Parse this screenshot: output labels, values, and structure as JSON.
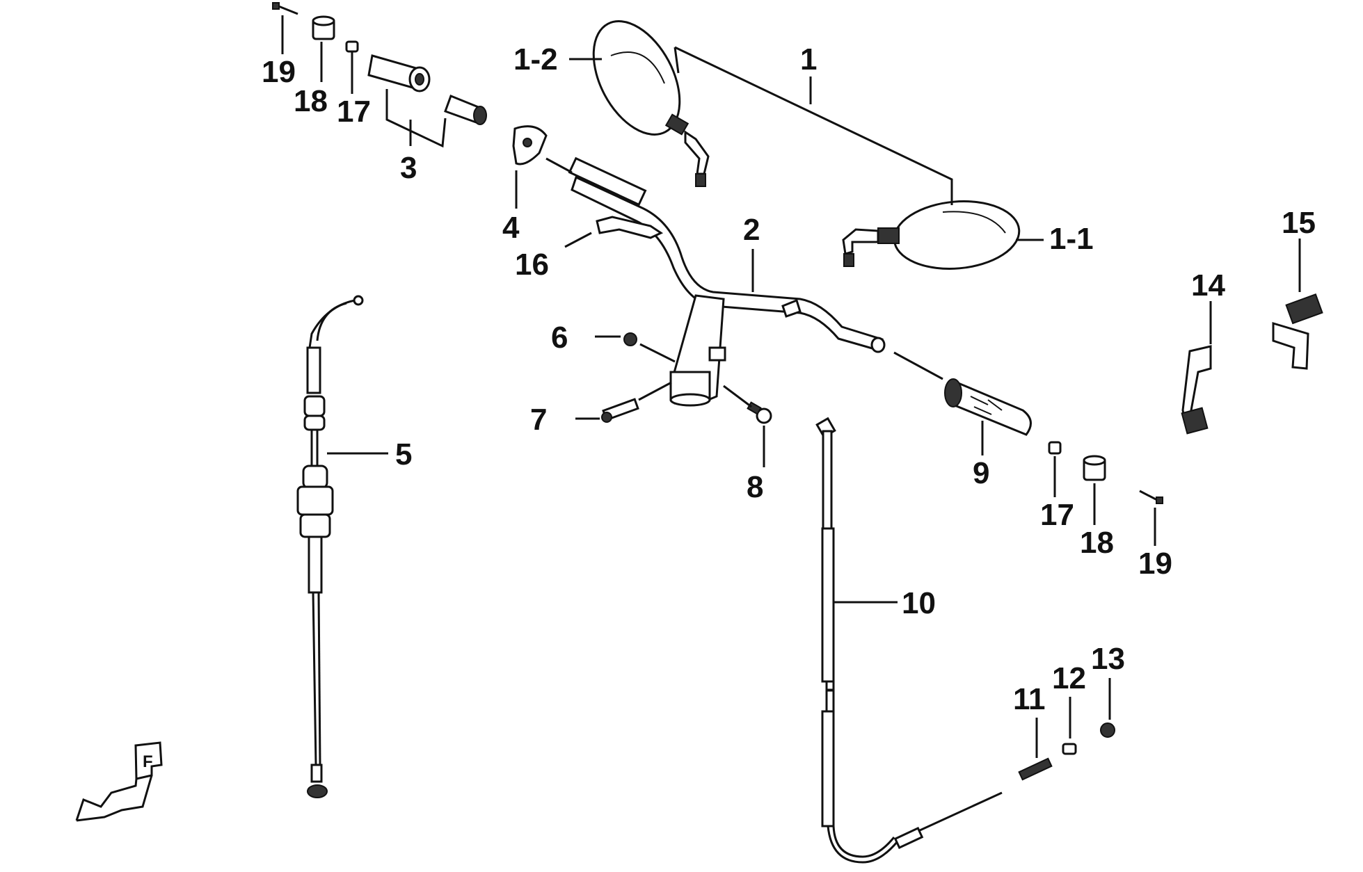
{
  "diagram": {
    "callouts": {
      "c1": "1",
      "c1_1": "1-1",
      "c1_2": "1-2",
      "c2": "2",
      "c3": "3",
      "c4": "4",
      "c5": "5",
      "c6": "6",
      "c7": "7",
      "c8": "8",
      "c9": "9",
      "c10": "10",
      "c11": "11",
      "c12": "12",
      "c13": "13",
      "c14": "14",
      "c15": "15",
      "c16": "16",
      "c17a": "17",
      "c17b": "17",
      "c18a": "18",
      "c18b": "18",
      "c19a": "19",
      "c19b": "19"
    },
    "front_marker": "F",
    "ink_color": "#111111"
  }
}
